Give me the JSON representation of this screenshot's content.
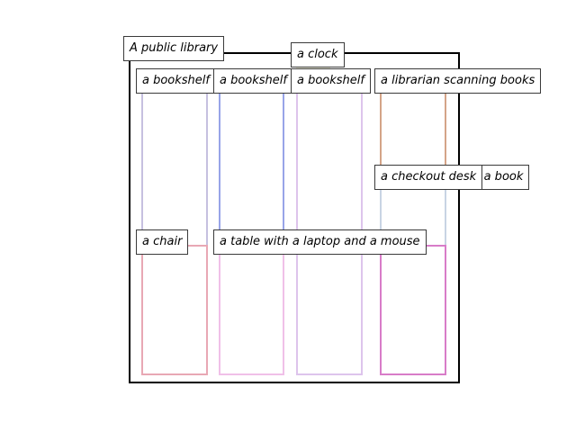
{
  "scene": {
    "caption": "A public library",
    "frame_color": "#000000"
  },
  "objects": [
    {
      "id": "shelf-1",
      "label": "a bookshelf",
      "color": "#c6c0e0"
    },
    {
      "id": "shelf-2",
      "label": "a bookshelf",
      "color": "#98a4e8"
    },
    {
      "id": "shelf-3",
      "label": "a bookshelf",
      "color": "#ddc4ec"
    },
    {
      "id": "clock",
      "label": "a clock",
      "color": "#f0f0dc"
    },
    {
      "id": "librarian",
      "label": "a librarian scanning books",
      "color": "#d4a488"
    },
    {
      "id": "reader",
      "label": "a person reading a book",
      "color": "#c8d4e4"
    },
    {
      "id": "desk",
      "label": "a checkout desk",
      "color": "#d87cc8"
    },
    {
      "id": "chair",
      "label": "a chair",
      "color": "#e8a8b4"
    },
    {
      "id": "table",
      "label": "a table with a laptop and a mouse",
      "color": "#f0c0e8"
    }
  ]
}
